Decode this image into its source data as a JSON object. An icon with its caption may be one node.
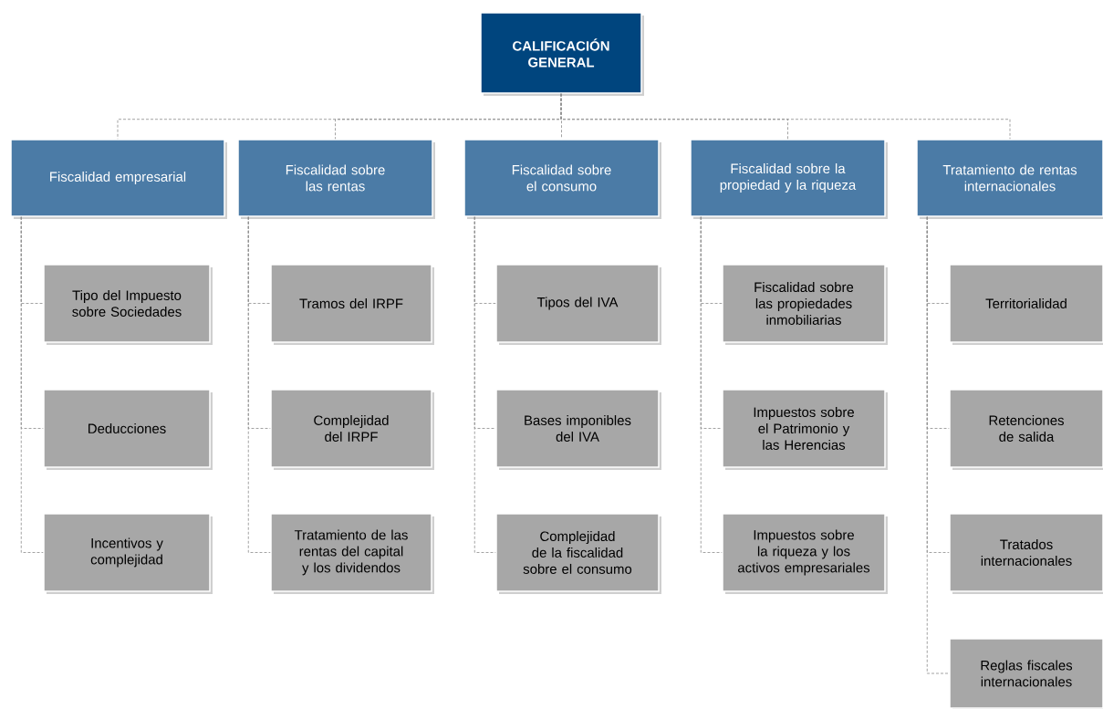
{
  "diagram": {
    "nodes": [
      {
        "text": [
          "CALIFICACIÓN GENERAL"
        ]
      },
      {
        "text": [
          "Fiscalidad empresarial"
        ]
      },
      {
        "text": [
          "Fiscalidad sobre las rentas"
        ]
      },
      {
        "text": [
          "Fiscalidad sobre el consumo"
        ]
      },
      {
        "text": [
          "Fiscalidad sobre la propiedad y la riqueza"
        ]
      },
      {
        "text": [
          "Tratamiento de rentas internacionales"
        ]
      },
      {
        "text": [
          "Tipo del Impuesto sobre Sociedades"
        ]
      },
      {
        "text": [
          "Deducciones"
        ]
      },
      {
        "text": [
          "Incentivos y complejidad"
        ]
      },
      {
        "text": [
          "Tramos del IRPF"
        ]
      },
      {
        "text": [
          "Complejidad del IRPF"
        ]
      },
      {
        "text": [
          "Tratamiento de las rentas del capital y los dividendos"
        ]
      },
      {
        "text": [
          "Tipos del IVA"
        ]
      },
      {
        "text": [
          "Bases imponibles del IVA"
        ]
      },
      {
        "text": [
          "Complejidad de la fiscalidad sobre el consumo"
        ]
      },
      {
        "text": [
          "Fiscalidad sobre las propiedades inmobiliarias"
        ]
      },
      {
        "text": [
          "Impuestos sobre el Patrimonio y las Herencias"
        ]
      },
      {
        "text": [
          "Impuestos sobre la riqueza y los activos empresariales"
        ]
      },
      {
        "text": [
          "Territorialidad"
        ]
      },
      {
        "text": [
          "Retenciones de salida"
        ]
      },
      {
        "text": [
          "Tratados internacionales"
        ]
      },
      {
        "text": [
          "Reglas fiscales internacionales"
        ]
      }
    ],
    "edges": [
      {
        "from": 0,
        "to": 1,
        "arrow": "none",
        "style": "dashed"
      },
      {
        "from": 0,
        "to": 2,
        "arrow": "none",
        "style": "dashed"
      },
      {
        "from": 0,
        "to": 3,
        "arrow": "none",
        "style": "dashed"
      },
      {
        "from": 0,
        "to": 4,
        "arrow": "none",
        "style": "dashed"
      },
      {
        "from": 0,
        "to": 5,
        "arrow": "none",
        "style": "dashed"
      },
      {
        "from": 1,
        "to": 6,
        "arrow": "none",
        "style": "dashed"
      },
      {
        "from": 1,
        "to": 7,
        "arrow": "none",
        "style": "dashed"
      },
      {
        "from": 1,
        "to": 8,
        "arrow": "none",
        "style": "dashed"
      },
      {
        "from": 2,
        "to": 9,
        "arrow": "none",
        "style": "dashed"
      },
      {
        "from": 2,
        "to": 10,
        "arrow": "none",
        "style": "dashed"
      },
      {
        "from": 2,
        "to": 11,
        "arrow": "none",
        "style": "dashed"
      },
      {
        "from": 3,
        "to": 12,
        "arrow": "none",
        "style": "dashed"
      },
      {
        "from": 3,
        "to": 13,
        "arrow": "none",
        "style": "dashed"
      },
      {
        "from": 3,
        "to": 14,
        "arrow": "none",
        "style": "dashed"
      },
      {
        "from": 4,
        "to": 15,
        "arrow": "none",
        "style": "dashed"
      },
      {
        "from": 4,
        "to": 16,
        "arrow": "none",
        "style": "dashed"
      },
      {
        "from": 4,
        "to": 17,
        "arrow": "none",
        "style": "dashed"
      },
      {
        "from": 5,
        "to": 18,
        "arrow": "none",
        "style": "dashed"
      },
      {
        "from": 5,
        "to": 19,
        "arrow": "none",
        "style": "dashed"
      },
      {
        "from": 5,
        "to": 20,
        "arrow": "none",
        "style": "dashed"
      },
      {
        "from": 5,
        "to": 21,
        "arrow": "none",
        "style": "dashed"
      }
    ]
  }
}
